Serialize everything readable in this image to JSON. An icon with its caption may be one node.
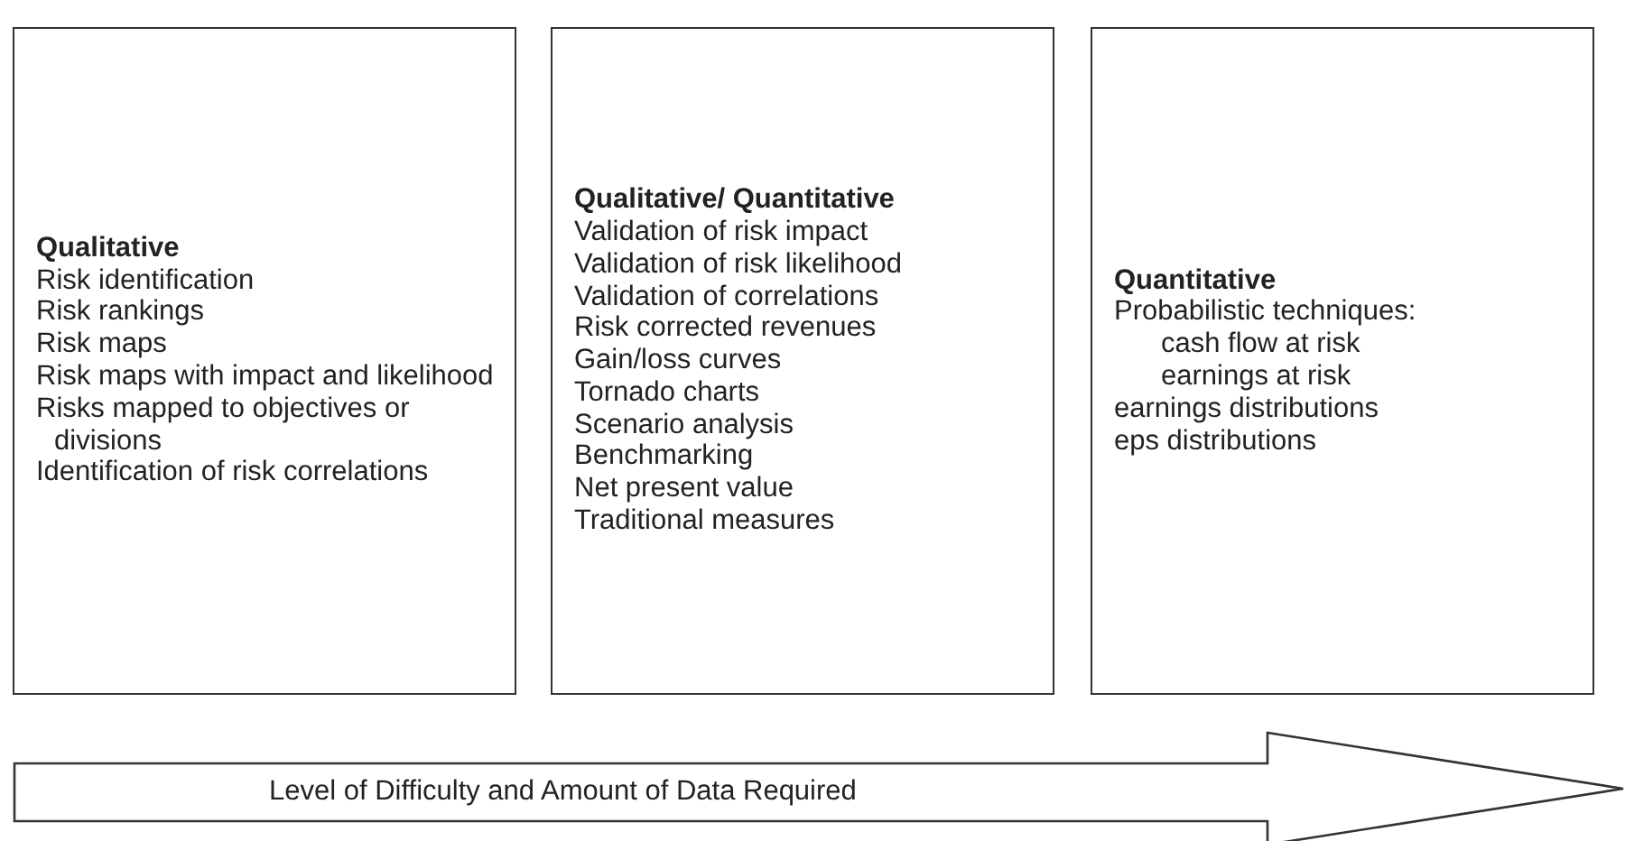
{
  "diagram": {
    "nodes": [
      {
        "text": [
          "Qualitative",
          "Risk identification",
          "Risk rankings",
          "Risk maps",
          "Risk maps with impact and likelihood",
          "Risks mapped to objectives or divisions",
          "Identification of risk correlations"
        ]
      },
      {
        "text": [
          "Qualitative/ Quantitative",
          "Validation of risk impact",
          "Validation of risk likelihood",
          "Validation of correlations",
          "Risk corrected revenues",
          "Gain/loss curves",
          "Tornado charts",
          "Scenario analysis",
          "Benchmarking",
          "Net present value",
          "Traditional measures"
        ]
      },
      {
        "text": [
          "Quantitative",
          "Probabilistic techniques:",
          "cash flow at risk",
          "earnings at risk",
          "earnings distributions",
          "eps distributions"
        ]
      },
      {
        "text": [
          "Level of Difficulty and Amount of Data Required"
        ]
      }
    ],
    "edges": []
  }
}
